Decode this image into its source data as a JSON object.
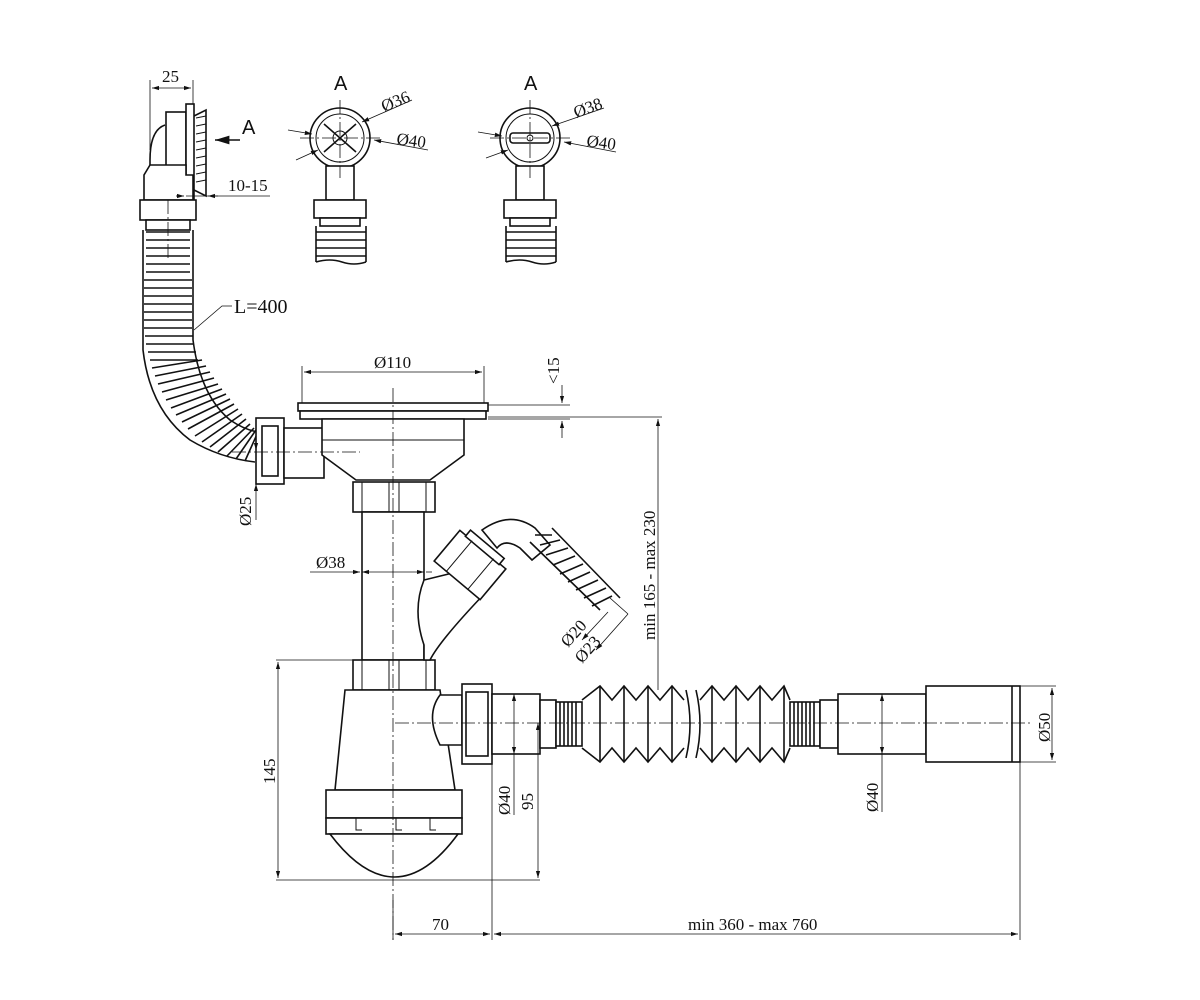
{
  "view_labels": {
    "view_a_arrow": "A",
    "view_a_left": "A",
    "view_a_right": "A"
  },
  "dimensions": {
    "overflow_depth": "25",
    "panel_thickness": "10-15",
    "hose_length": "L=400",
    "left_cap_inner": "Ø36",
    "left_cap_outer": "Ø40",
    "right_cap_inner": "Ø38",
    "right_cap_outer": "Ø40",
    "strainer_dia": "Ø110",
    "flange_max": "<15",
    "overflow_port": "Ø25",
    "tube_dia": "Ø38",
    "height_range": "min 165 - max 230",
    "side_inlet_small": "Ø20",
    "side_inlet_large": "Ø23",
    "trap_height": "145",
    "outlet_dia": "Ø40",
    "outlet_height": "95",
    "waste_dia": "Ø40",
    "end_dia": "Ø50",
    "offset_70": "70",
    "length_range": "min 360 - max 760"
  }
}
